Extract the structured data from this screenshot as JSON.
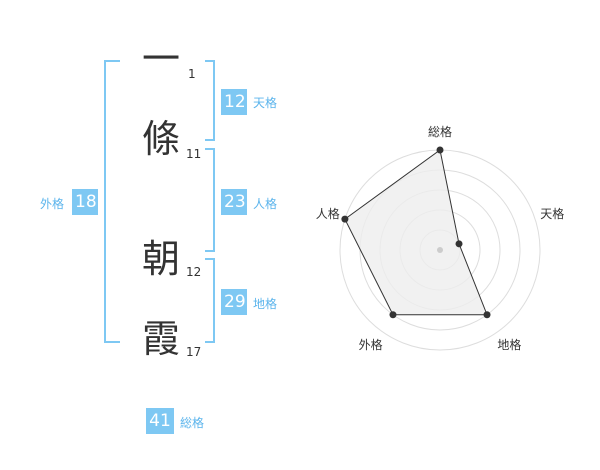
{
  "name": {
    "chars": [
      {
        "char": "一",
        "strokes": "1"
      },
      {
        "char": "條",
        "strokes": "11"
      },
      {
        "char": "朝",
        "strokes": "12"
      },
      {
        "char": "霞",
        "strokes": "17"
      }
    ]
  },
  "fortune": {
    "tenkaku": {
      "label": "天格",
      "value": "12"
    },
    "jinkaku": {
      "label": "人格",
      "value": "23"
    },
    "chikaku": {
      "label": "地格",
      "value": "29"
    },
    "gaikaku": {
      "label": "外格",
      "value": "18"
    },
    "soukaku": {
      "label": "総格",
      "value": "41"
    }
  },
  "radar": {
    "axes": [
      "総格",
      "天格",
      "地格",
      "外格",
      "人格"
    ],
    "levels": 5,
    "values": [
      5,
      1,
      4,
      4,
      5
    ],
    "line_color": "#333333",
    "fill_color": "#eeeeee",
    "grid_color": "#dddddd",
    "center_color": "#cccccc"
  },
  "colors": {
    "accent": "#7ec8f3",
    "accent_text": "#5bb4ec"
  }
}
